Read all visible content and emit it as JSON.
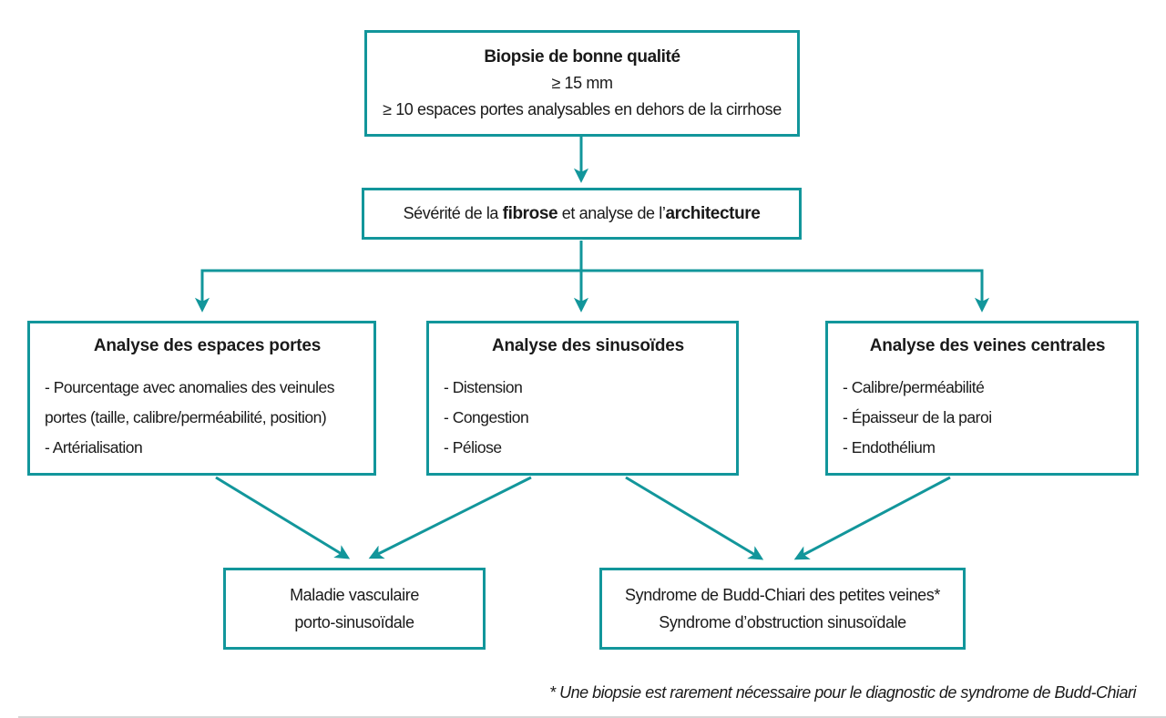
{
  "colors": {
    "accent": "#12969B",
    "text": "#1A1A1A",
    "rule": "#D6D6D6"
  },
  "flowchart": {
    "top_box": {
      "title": "Biopsie de bonne qualité",
      "line2": "≥ 15 mm",
      "line3": "≥ 10 espaces portes analysables en dehors de la cirrhose"
    },
    "severity_box": {
      "text1": "Sévérité de la ",
      "bold1": "fibrose",
      "text2": " et analyse de l’",
      "bold2": "architecture"
    },
    "branch_boxes": [
      {
        "title": "Analyse des espaces portes",
        "lines": [
          "- Pourcentage avec anomalies des veinules",
          "portes (taille, calibre/perméabilité, position)",
          "- Artérialisation"
        ]
      },
      {
        "title": "Analyse des sinusoïdes",
        "lines": [
          "- Distension",
          "- Congestion",
          "- Péliose"
        ]
      },
      {
        "title": "Analyse des veines centrales",
        "lines": [
          "- Calibre/perméabilité",
          "- Épaisseur de la paroi",
          "- Endothélium"
        ]
      }
    ],
    "outcome_boxes": [
      {
        "line1": "Maladie vasculaire",
        "line2": "porto-sinusoïdale"
      },
      {
        "line1": "Syndrome de Budd-Chiari des petites veines*",
        "line2": "Syndrome d’obstruction sinusoïdale"
      }
    ],
    "footnote": "* Une biopsie est rarement nécessaire pour le diagnostic de syndrome de Budd-Chiari"
  }
}
